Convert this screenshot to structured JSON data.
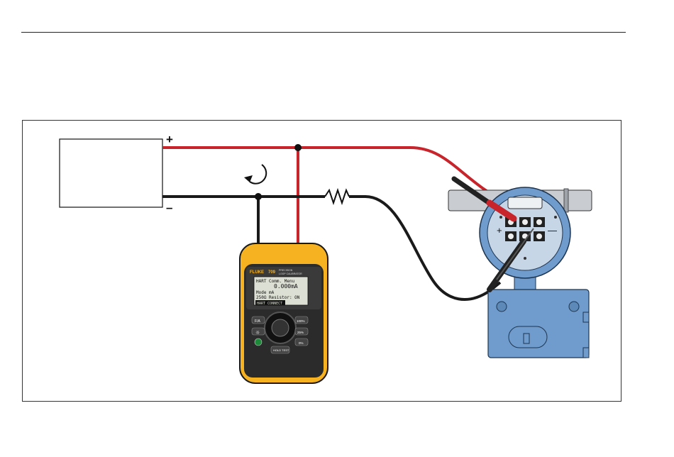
{
  "diagram": {
    "power_supply": {
      "positive_symbol": "+",
      "negative_symbol": "–"
    },
    "calibrator": {
      "brand": "FLUKE",
      "model": "709",
      "subtitle_line1": "PRECISION",
      "subtitle_line2": "LOOP CALIBRATOR",
      "display": {
        "line1": "HART Comm. Menu",
        "reading": "0.000mA",
        "line3": "Mode mA",
        "line4": "250Ω Resistor: ON",
        "softkey": "HART CONNECT"
      },
      "keys": {
        "left_top": "F/A",
        "left_mid": "☼",
        "right_top": "100%",
        "right_mid": "25%",
        "right_bottom": "0%",
        "bottom": "HOLD TEST"
      }
    },
    "transmitter": {
      "positive_symbol": "+",
      "negative_symbol": "—"
    },
    "colors": {
      "positive_wire": "#c8242b",
      "negative_wire": "#1a1a1a",
      "transmitter_body": "#6f9ccc",
      "calibrator_case": "#f6b221"
    }
  }
}
